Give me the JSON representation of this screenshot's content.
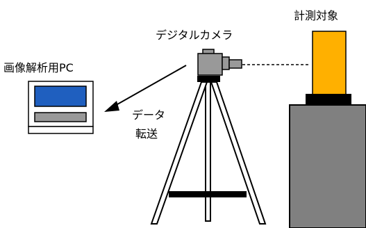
{
  "labels": {
    "camera": "デジタルカメラ",
    "target": "計測対象",
    "pc": "画像解析用PC",
    "transfer_line1": "データ",
    "transfer_line2": "転送"
  },
  "colors": {
    "camera_body": "#999999",
    "pc_screen": "#1f5fbf",
    "pc_drive": "#999999",
    "target_block": "#ffb000",
    "pedestal": "#808080",
    "outline": "#000000"
  }
}
